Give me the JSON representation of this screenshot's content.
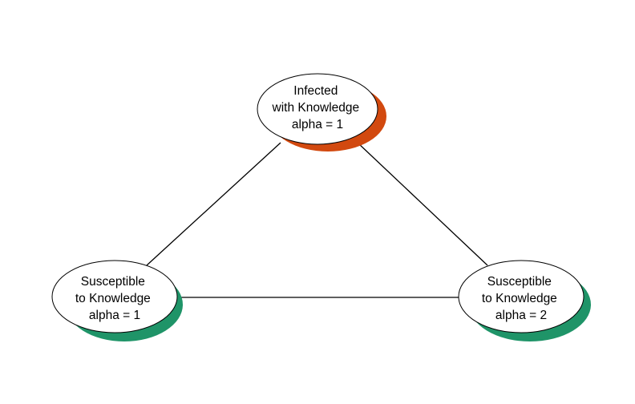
{
  "diagram": {
    "nodes": [
      {
        "id": "infected",
        "lines": [
          "Infected",
          "with Knowledge",
          "alpha = 1"
        ],
        "shadow_color": "#d2490f"
      },
      {
        "id": "susceptible-1",
        "lines": [
          "Susceptible",
          "to Knowledge",
          "alpha = 1"
        ],
        "shadow_color": "#1f9468"
      },
      {
        "id": "susceptible-2",
        "lines": [
          "Susceptible",
          "to Knowledge",
          "alpha = 2"
        ],
        "shadow_color": "#1f9468"
      }
    ],
    "edges": [
      {
        "from": "infected",
        "to": "susceptible-1"
      },
      {
        "from": "infected",
        "to": "susceptible-2"
      },
      {
        "from": "susceptible-1",
        "to": "susceptible-2"
      }
    ]
  }
}
